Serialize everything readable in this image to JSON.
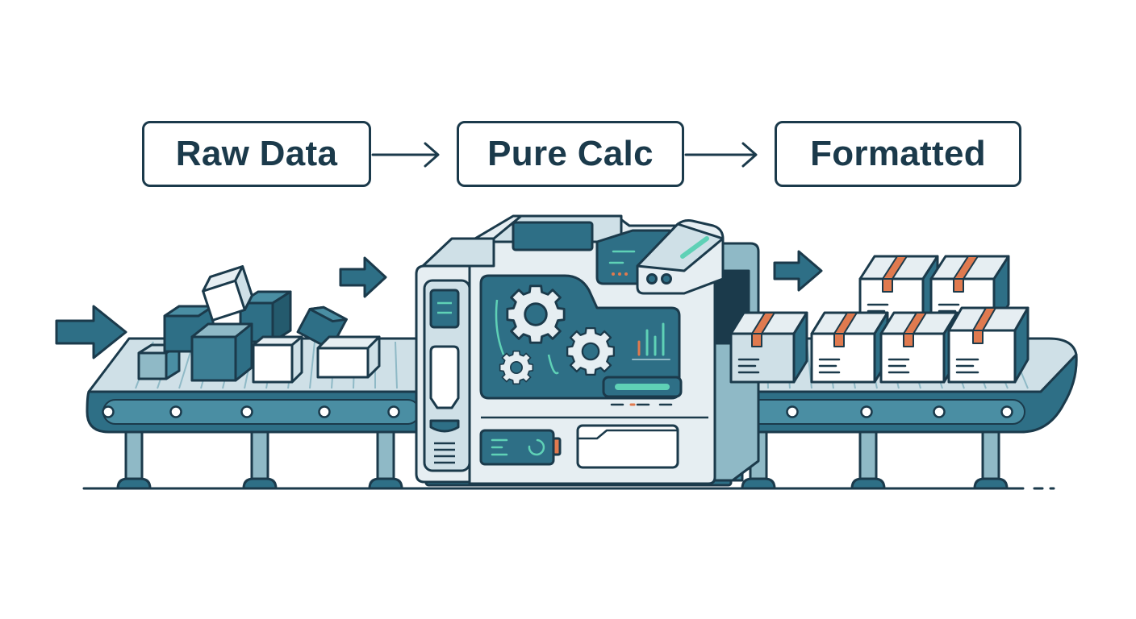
{
  "stages": [
    {
      "label": "Raw Data"
    },
    {
      "label": "Pure Calc"
    },
    {
      "label": "Formatted"
    }
  ],
  "colors": {
    "outline": "#1b3a4b",
    "teal_dark": "#2e6f86",
    "teal_mid": "#4a8ea3",
    "teal_light": "#8fb9c6",
    "pale": "#e6eef2",
    "panel": "#cfe0e7",
    "accent_green": "#5fd1b6",
    "tape_orange": "#e07a4f",
    "white": "#ffffff"
  },
  "icons": {
    "flow_arrow": "arrow-right-icon",
    "gear": "gear-icon",
    "chart": "bar-chart-icon",
    "box": "package-box-icon",
    "document": "document-lines-icon"
  }
}
